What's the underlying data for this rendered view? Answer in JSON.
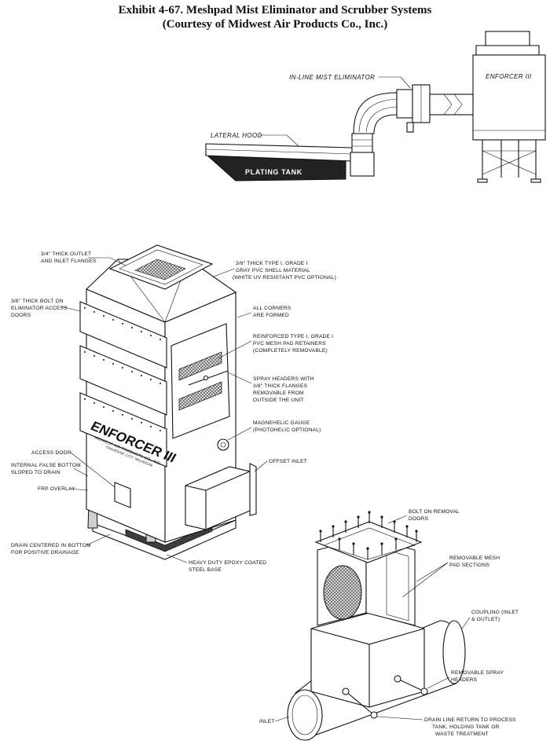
{
  "title": {
    "line1": "Exhibit 4-67. Meshpad Mist Eliminator and Scrubber Systems",
    "line2": "(Courtesy of Midwest Air Products Co., Inc.)"
  },
  "top_diagram": {
    "inline_eliminator": "IN-LINE MIST ELIMINATOR",
    "lateral_hood": "LATERAL HOOD",
    "plating_tank": "PLATING TANK",
    "enforcer": "ENFORCER III"
  },
  "unit_diagram": {
    "brand": "ENFORCER III",
    "brand_sub1": "MIDWEST AIR PRODUCTS CO., INC.",
    "brand_sub2": "TRAVERSE CITY, MICHIGAN",
    "labels": {
      "outlet_flanges_1": "3/4\" THICK OUTLET",
      "outlet_flanges_2": "AND INLET FLANGES",
      "bolt_doors_1": "3/8\" THICK BOLT ON",
      "bolt_doors_2": "ELIMINATOR ACCESS",
      "bolt_doors_3": "DOORS",
      "shell_1": "3/8\" THICK TYPE I, GRADE I",
      "shell_2": "GRAY PVC SHELL MATERIAL",
      "shell_3": "(WHITE UV RESISTANT PVC OPTIONAL)",
      "corners_1": "ALL CORNERS",
      "corners_2": "ARE FORMED",
      "retainers_1": "REINFORCED TYPE I, GRADE I",
      "retainers_2": "PVC MESH PAD RETAINERS",
      "retainers_3": "(COMPLETELY REMOVABLE)",
      "spray_1": "SPRAY HEADERS WITH",
      "spray_2": "3/8\" THICK FLANGES",
      "spray_3": "REMOVABLE FROM",
      "spray_4": "OUTSIDE THE UNIT",
      "gauge_1": "MAGNEHELIC GAUGE",
      "gauge_2": "(PHOTOHELIC OPTIONAL)",
      "access_door": "ACCESS DOOR",
      "false_bottom_1": "INTERNAL FALSE BOTTOM",
      "false_bottom_2": "SLOPED TO DRAIN",
      "offset_inlet": "OFFSET INLET",
      "frp": "FRP OVERLAY",
      "drain_1": "DRAIN CENTERED IN BOTTOM",
      "drain_2": "FOR POSITIVE DRAINAGE",
      "base_1": "HEAVY DUTY EPOXY COATED",
      "base_2": "STEEL BASE"
    }
  },
  "inline_diagram": {
    "labels": {
      "doors_1": "BOLT ON REMOVAL",
      "doors_2": "DOORS",
      "mesh_1": "REMOVABLE MESH",
      "mesh_2": "PAD SECTIONS",
      "coupling_1": "COUPLING (INLET",
      "coupling_2": "& OUTLET)",
      "spray_1": "REMOVABLE SPRAY",
      "spray_2": "HEADERS",
      "inlet": "INLET",
      "drain_1": "DRAIN LINE RETURN TO PROCESS",
      "drain_2": "TANK, HOLDING TANK OR",
      "drain_3": "WASTE TREATMENT"
    }
  }
}
